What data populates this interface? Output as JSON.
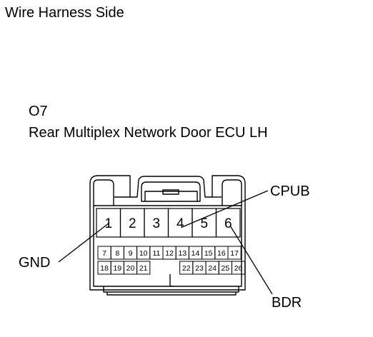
{
  "view_label": "Wire Harness Side",
  "connector": {
    "code": "O7",
    "name": "Rear Multiplex Network Door ECU LH",
    "large_pins": [
      "1",
      "2",
      "3",
      "4",
      "5",
      "6"
    ],
    "small_pins_row1": [
      "7",
      "8",
      "9",
      "10",
      "11",
      "12",
      "13",
      "14",
      "15",
      "16",
      "17"
    ],
    "small_pins_row2": [
      "18",
      "19",
      "20",
      "21",
      "",
      "22",
      "23",
      "24",
      "25",
      "26"
    ]
  },
  "callouts": {
    "pin1": "GND",
    "pin4": "CPUB",
    "pin6": "BDR"
  },
  "colors": {
    "line": "#000000",
    "background": "#ffffff"
  }
}
